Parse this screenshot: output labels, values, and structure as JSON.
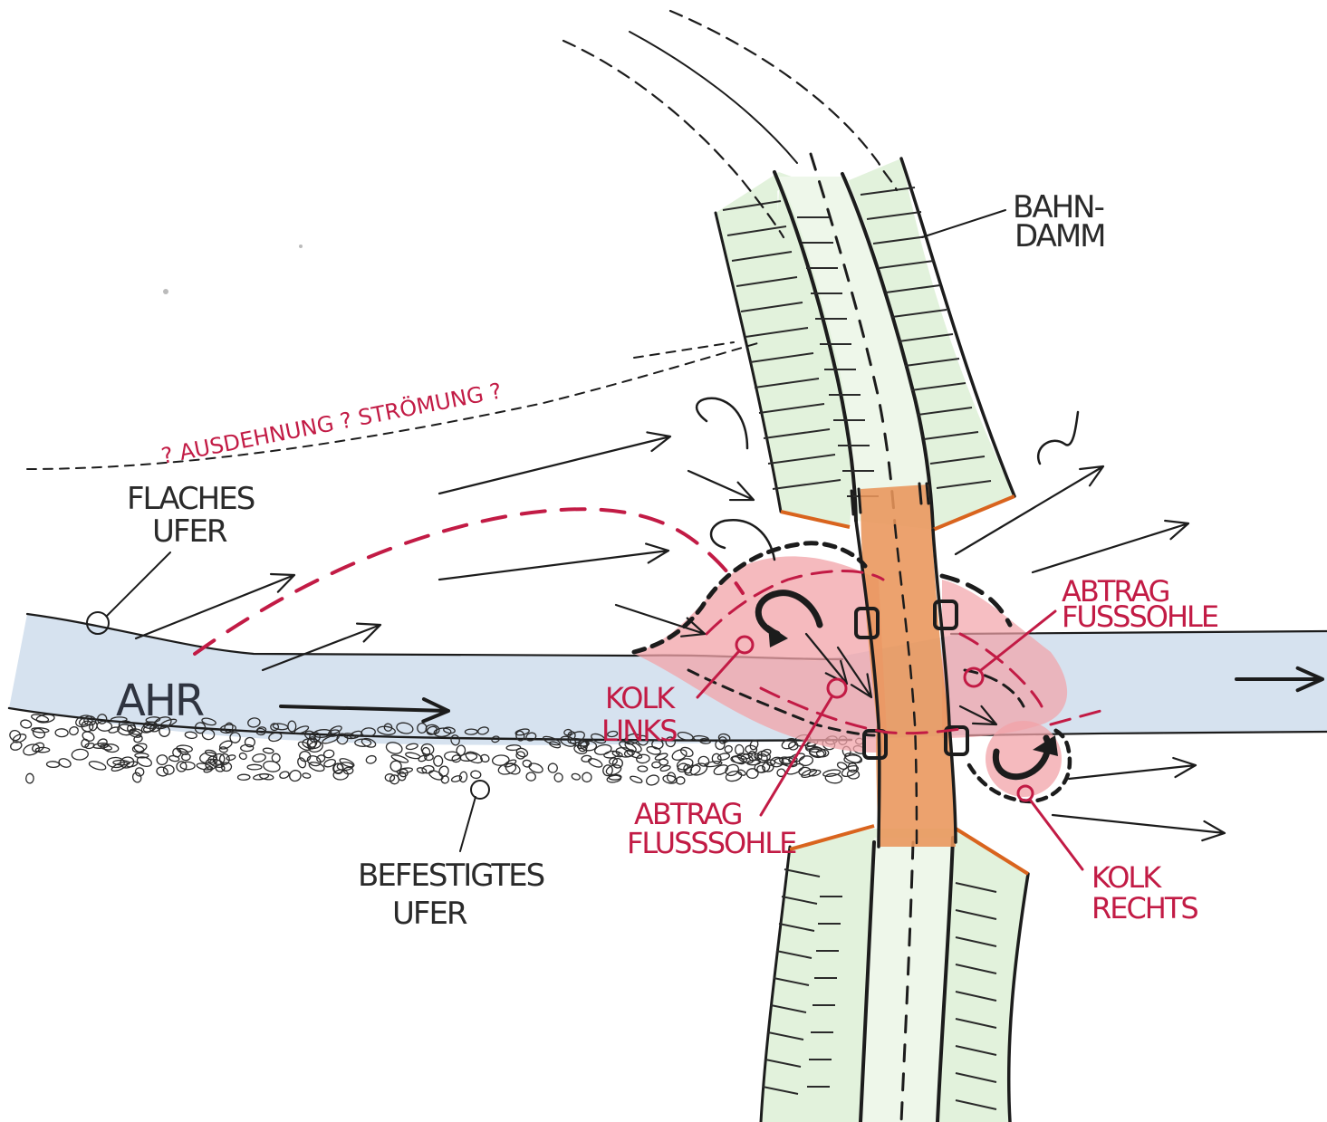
{
  "labels": {
    "bahndamm_line1": "BAHN-",
    "bahndamm_line2": "DAMM",
    "flaches_line1": "FLACHES",
    "flaches_line2": "UFER",
    "river_name": "AHR",
    "befestigtes_line1": "BEFESTIGTES",
    "befestigtes_line2": "UFER",
    "kolk_links_line1": "KOLK",
    "kolk_links_line2": "LINKS",
    "abtrag_left_line1": "ABTRAG",
    "abtrag_left_line2": "FLUSSSOHLE",
    "abtrag_right_line1": "ABTRAG",
    "abtrag_right_line2": "FUSSSOHLE",
    "kolk_rechts_line1": "KOLK",
    "kolk_rechts_line2": "RECHTS",
    "expansion_text": "? AUSDEHNUNG ? STRÖMUNG ?"
  },
  "colors": {
    "ink": "#1c1c1c",
    "red_annotation": "#c21b45",
    "red_wash": "#f2a3a8",
    "river_water": "#d6e2ef",
    "embankment_green": "#e2f2dc",
    "bridge_orange": "#e9955a",
    "paper": "#ffffff"
  }
}
